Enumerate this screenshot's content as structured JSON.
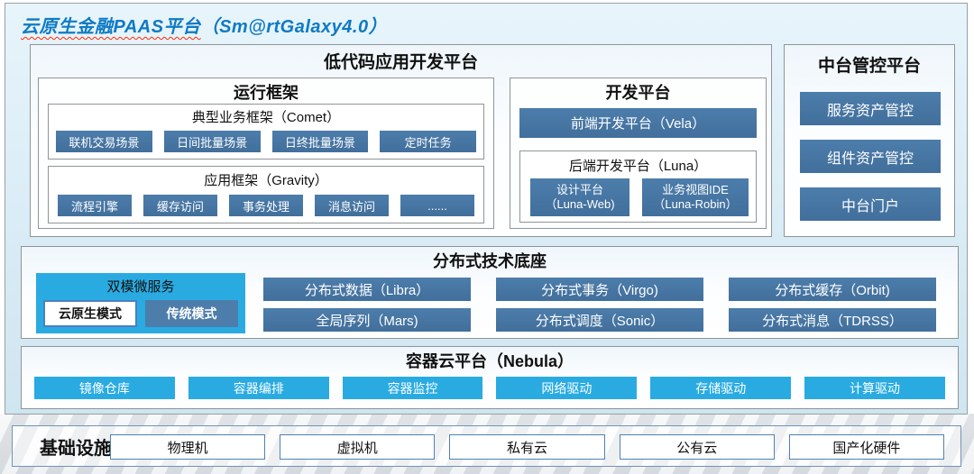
{
  "page": {
    "title_cn": "云原生金融PAAS平台",
    "title_suffix": "（Sm@rtGalaxy4.0）"
  },
  "lowcode": {
    "title": "低代码应用开发平台",
    "runtime": {
      "title": "运行框架",
      "comet": {
        "title": "典型业务框架（Comet）",
        "items": [
          "联机交易场景",
          "日间批量场景",
          "日终批量场景",
          "定时任务"
        ]
      },
      "gravity": {
        "title": "应用框架（Gravity）",
        "items": [
          "流程引擎",
          "缓存访问",
          "事务处理",
          "消息访问",
          "......"
        ]
      }
    },
    "dev": {
      "title": "开发平台",
      "vela": "前端开发平台（Vela）",
      "luna": {
        "title": "后端开发平台（Luna）",
        "items": [
          {
            "line1": "设计平台",
            "line2": "（Luna-Web)"
          },
          {
            "line1": "业务视图IDE",
            "line2": "（Luna-Robin）"
          }
        ]
      }
    }
  },
  "mid": {
    "title": "中台管控平台",
    "items": [
      "服务资产管控",
      "组件资产管控",
      "中台门户"
    ]
  },
  "dist": {
    "title": "分布式技术底座",
    "dual": {
      "title": "双模微服务",
      "cloud_native": "云原生模式",
      "traditional": "传统模式"
    },
    "rows": [
      [
        "分布式数据（Libra）",
        "分布式事务（Virgo)",
        "分布式缓存（Orbit)"
      ],
      [
        "全局序列（Mars)",
        "分布式调度（Sonic）",
        "分布式消息（TDRSS）"
      ]
    ]
  },
  "container": {
    "title": "容器云平台（Nebula）",
    "items": [
      "镜像仓库",
      "容器编排",
      "容器监控",
      "网络驱动",
      "存储驱动",
      "计算驱动"
    ]
  },
  "infra": {
    "title": "基础设施",
    "items": [
      "物理机",
      "虚拟机",
      "私有云",
      "公有云",
      "国产化硬件"
    ]
  },
  "colors": {
    "title_blue": "#0e7ac4",
    "steel_blue": "#4577a7",
    "cyan": "#29abe2",
    "traditional_blue": "#4d7dab",
    "panel_bg_top": "#e7f4fb",
    "panel_bg_bottom": "#cfe5f0"
  }
}
